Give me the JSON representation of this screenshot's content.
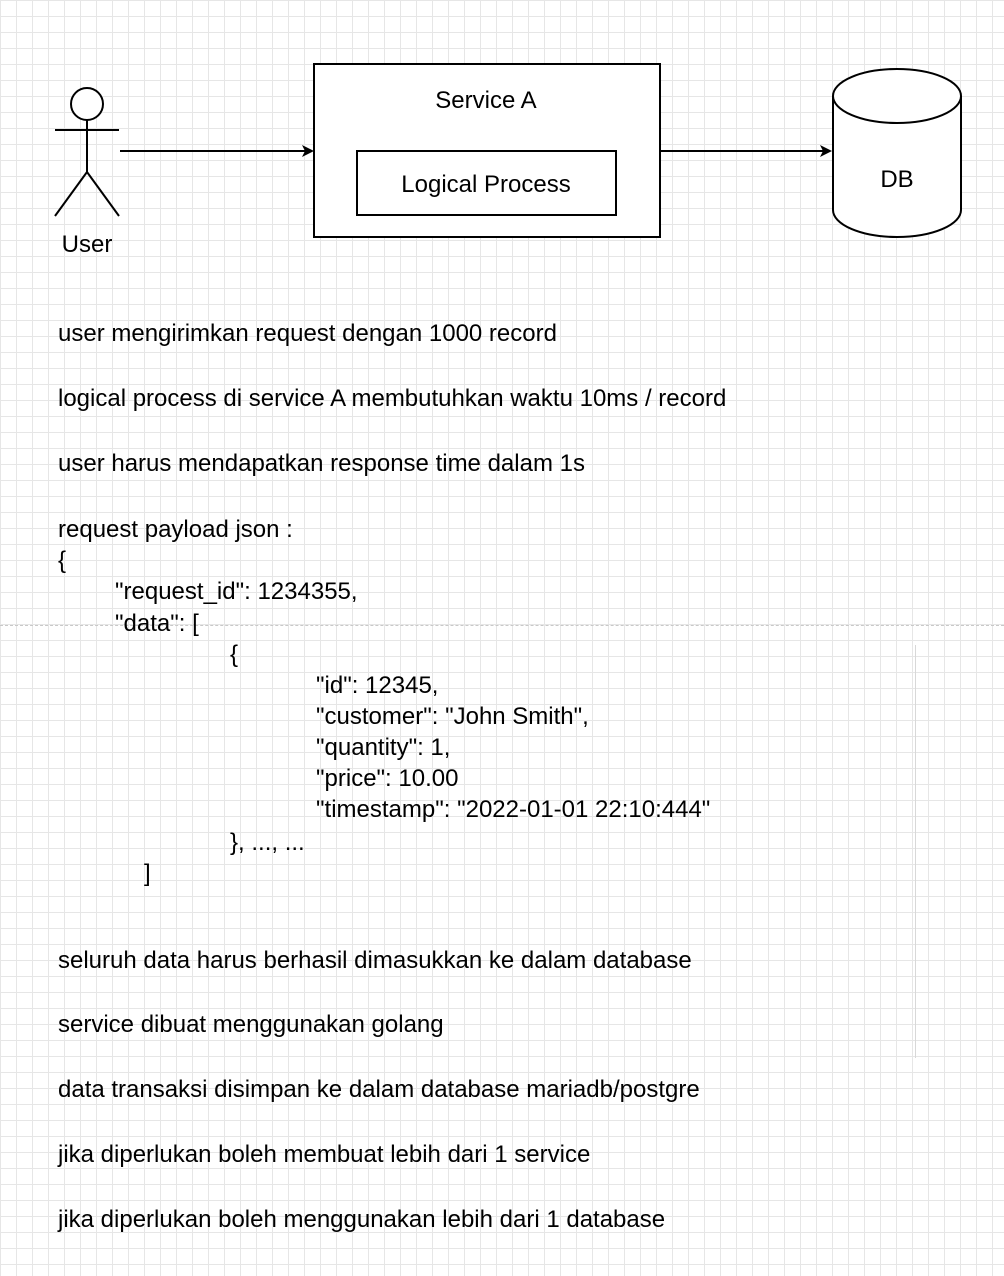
{
  "diagram": {
    "user_label": "User",
    "service_title": "Service A",
    "process_label": "Logical Process",
    "db_label": "DB"
  },
  "notes": {
    "line1": "user mengirimkan request dengan 1000 record",
    "line2": "logical process di service A membutuhkan waktu 10ms / record",
    "line3": "user harus mendapatkan response time dalam 1s",
    "payload_title": "request payload json :",
    "json": {
      "open_brace": "{",
      "request_id": "\"request_id\": 1234355,",
      "data_open": "\"data\": [",
      "item_open": "{",
      "id": "\"id\": 12345,",
      "customer": "\"customer\": \"John Smith\",",
      "quantity": "\"quantity\": 1,",
      "price": "\"price\": 10.00",
      "timestamp": "\"timestamp\": \"2022-01-01 22:10:444\"",
      "item_close": "}, ..., ...",
      "data_close": "]"
    },
    "line4": "seluruh data harus berhasil dimasukkan ke dalam database",
    "line5": "service dibuat menggunakan golang",
    "line6": "data transaksi disimpan ke dalam database mariadb/postgre",
    "line7": "jika diperlukan boleh membuat lebih dari 1 service",
    "line8": "jika diperlukan boleh menggunakan lebih dari 1 database"
  }
}
